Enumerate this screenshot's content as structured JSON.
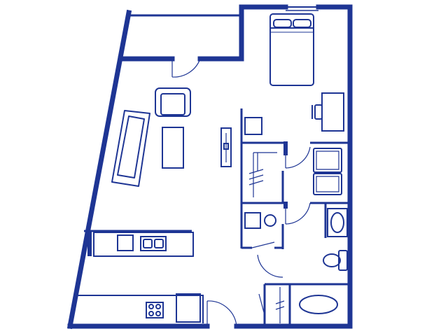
{
  "floor_plan": {
    "colors": {
      "line": "#1e3594",
      "background": "#ffffff"
    },
    "rooms": [
      "balcony",
      "living-room",
      "bedroom",
      "kitchen",
      "closet",
      "laundry",
      "bathroom",
      "pantry-closet",
      "entry"
    ],
    "fixtures": {
      "sofa": "sofa-icon",
      "armchair": "armchair-icon",
      "coffee_table": "coffee-table-icon",
      "tv_console": "tv-console-icon",
      "bed": "bed-icon",
      "desk": "desk-icon",
      "chair": "chair-icon",
      "nightstand": "nightstand-icon",
      "washer": "washer-icon",
      "dryer": "dryer-icon",
      "bathroom_sink": "sink-icon",
      "toilet": "toilet-icon",
      "bathtub": "bathtub-icon",
      "kitchen_sink": "double-sink-icon",
      "dishwasher": "dishwasher-icon",
      "cooktop": "cooktop-icon",
      "refrigerator": "refrigerator-icon",
      "water_heater": "water-heater-icon"
    }
  }
}
